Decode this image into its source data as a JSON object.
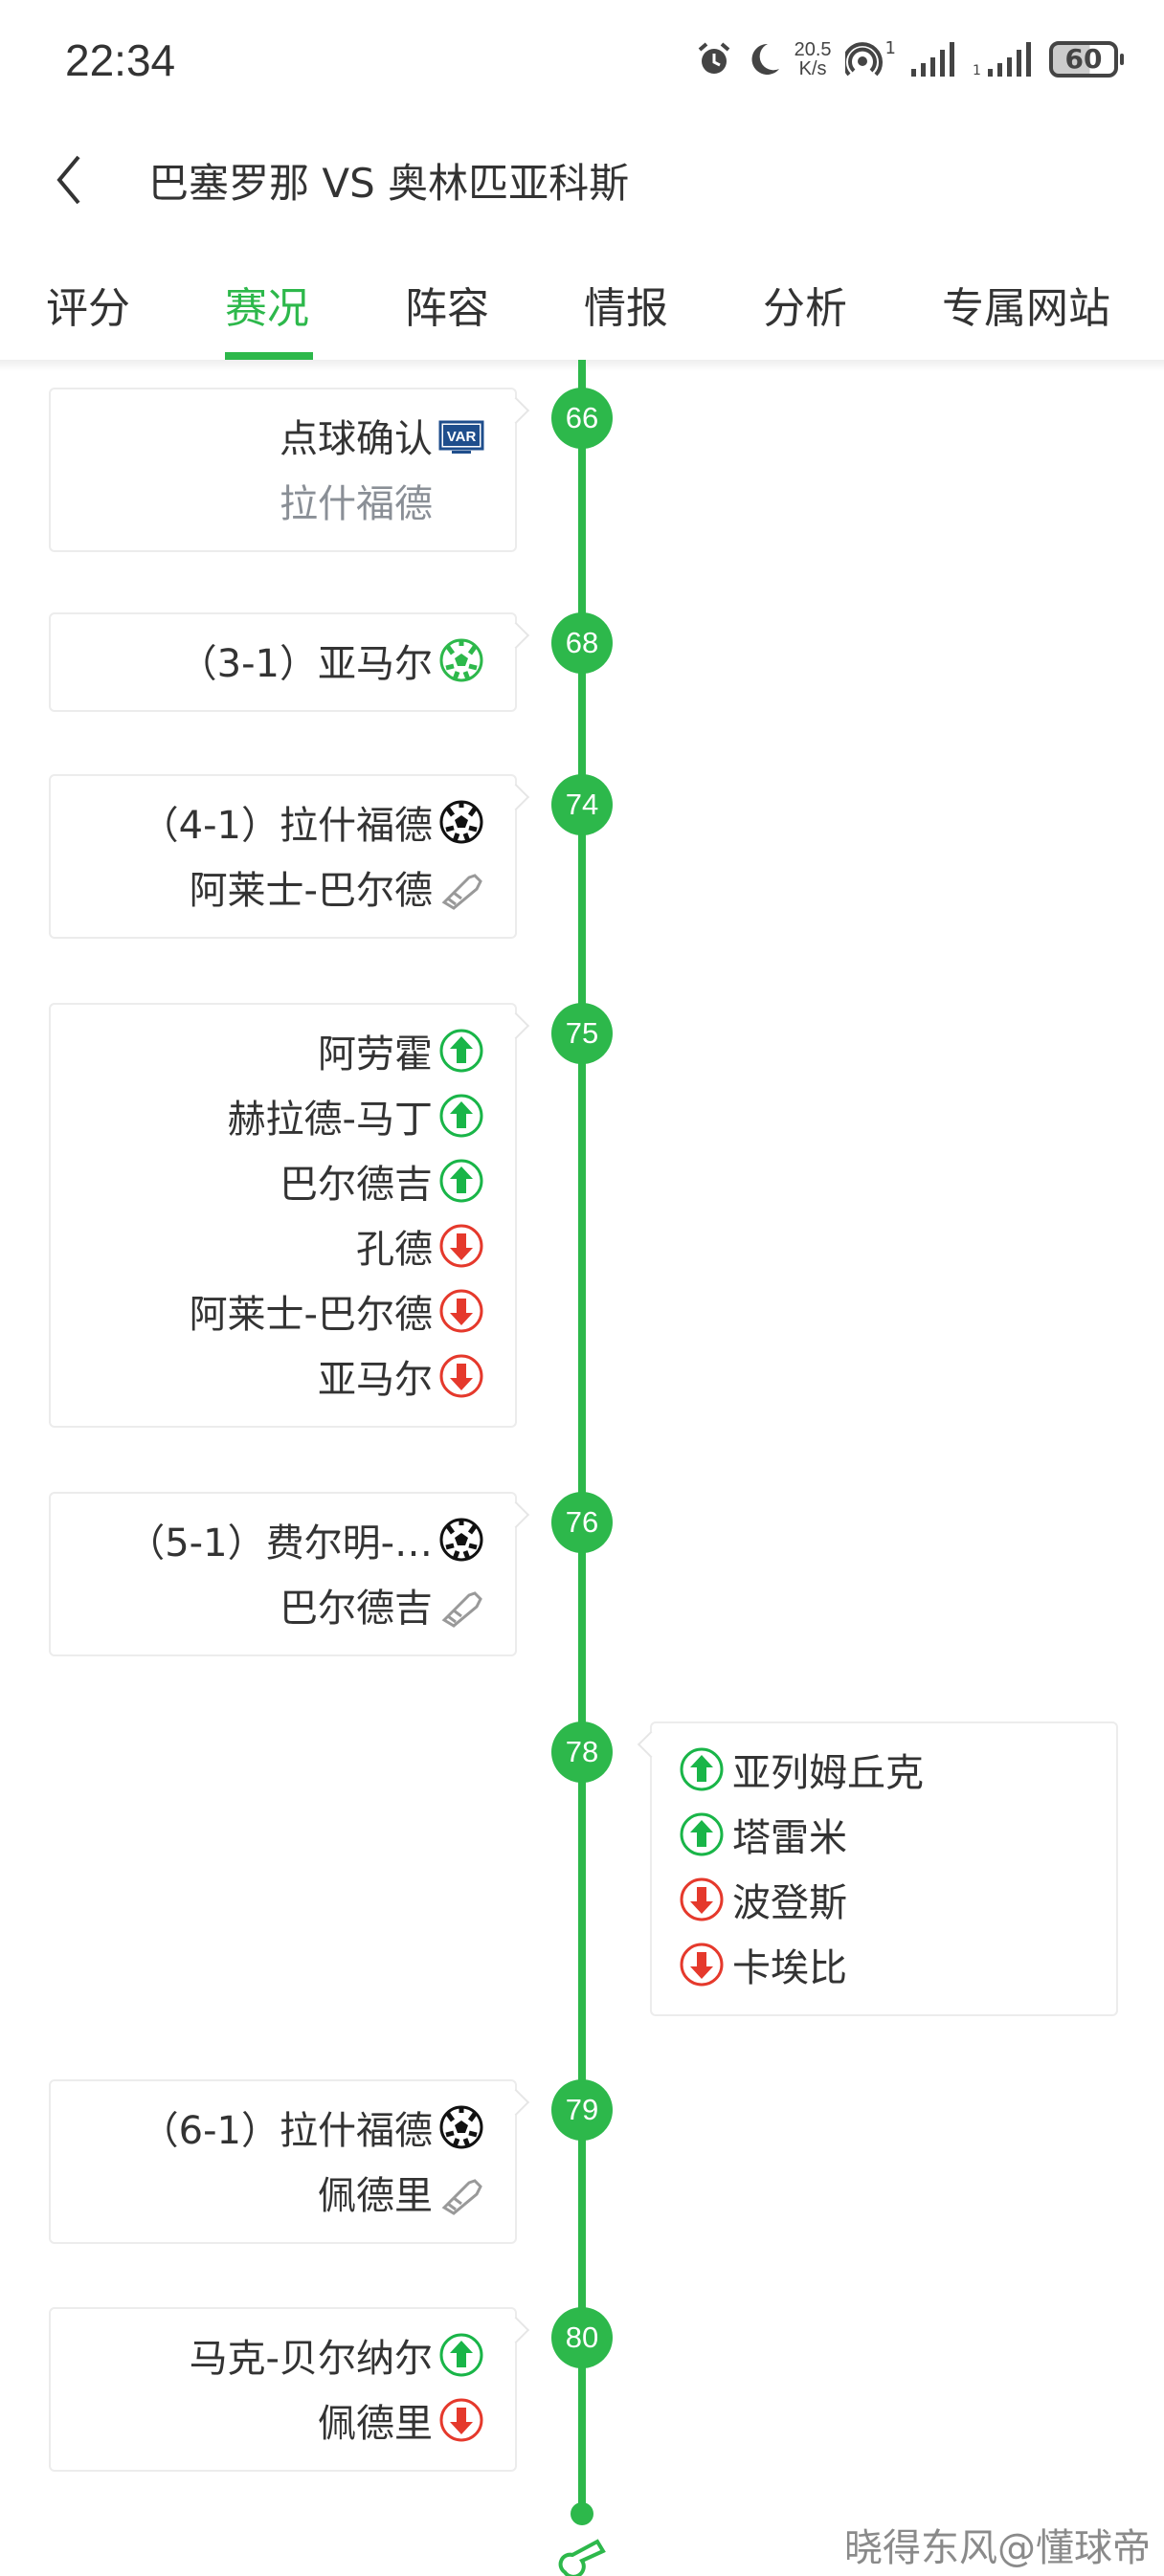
{
  "status_bar": {
    "time": "22:34",
    "net_speed_value": "20.5",
    "net_speed_unit": "K/s",
    "hotspot_count": "1",
    "battery": "60"
  },
  "header": {
    "title": "巴塞罗那 VS 奥林匹亚科斯"
  },
  "tabs": [
    {
      "label": "评分",
      "active": false
    },
    {
      "label": "赛况",
      "active": true
    },
    {
      "label": "阵容",
      "active": false
    },
    {
      "label": "情报",
      "active": false
    },
    {
      "label": "分析",
      "active": false
    },
    {
      "label": "专属网站",
      "active": false
    }
  ],
  "colors": {
    "accent": "#2db84b",
    "sub_in": "#19b548",
    "sub_out": "#e5392c",
    "text": "#333333",
    "muted": "#8a8f96"
  },
  "events": [
    {
      "minute": "66",
      "side": "home",
      "rows": [
        {
          "text": "点球确认",
          "icon": "var-icon"
        },
        {
          "text": "拉什福德",
          "icon": "",
          "muted": true
        }
      ]
    },
    {
      "minute": "68",
      "side": "home",
      "rows": [
        {
          "text": "（3-1）亚马尔",
          "icon": "penalty-goal-icon"
        }
      ]
    },
    {
      "minute": "74",
      "side": "home",
      "rows": [
        {
          "text": "（4-1）拉什福德",
          "icon": "goal-icon"
        },
        {
          "text": "阿莱士-巴尔德",
          "icon": "assist-boot-icon"
        }
      ]
    },
    {
      "minute": "75",
      "side": "home",
      "rows": [
        {
          "text": "阿劳霍",
          "icon": "sub-in-icon"
        },
        {
          "text": "赫拉德-马丁",
          "icon": "sub-in-icon"
        },
        {
          "text": "巴尔德吉",
          "icon": "sub-in-icon"
        },
        {
          "text": "孔德",
          "icon": "sub-out-icon"
        },
        {
          "text": "阿莱士-巴尔德",
          "icon": "sub-out-icon"
        },
        {
          "text": "亚马尔",
          "icon": "sub-out-icon"
        }
      ]
    },
    {
      "minute": "76",
      "side": "home",
      "rows": [
        {
          "text": "（5-1）费尔明-…",
          "icon": "goal-icon"
        },
        {
          "text": "巴尔德吉",
          "icon": "assist-boot-icon"
        }
      ]
    },
    {
      "minute": "78",
      "side": "away",
      "rows": [
        {
          "text": "亚列姆丘克",
          "icon": "sub-in-icon"
        },
        {
          "text": "塔雷米",
          "icon": "sub-in-icon"
        },
        {
          "text": "波登斯",
          "icon": "sub-out-icon"
        },
        {
          "text": "卡埃比",
          "icon": "sub-out-icon"
        }
      ]
    },
    {
      "minute": "79",
      "side": "home",
      "rows": [
        {
          "text": "（6-1）拉什福德",
          "icon": "goal-icon"
        },
        {
          "text": "佩德里",
          "icon": "assist-boot-icon"
        }
      ]
    },
    {
      "minute": "80",
      "side": "home",
      "rows": [
        {
          "text": "马克-贝尔纳尔",
          "icon": "sub-in-icon"
        },
        {
          "text": "佩德里",
          "icon": "sub-out-icon"
        }
      ]
    }
  ],
  "watermark": "晓得东风@懂球帝"
}
